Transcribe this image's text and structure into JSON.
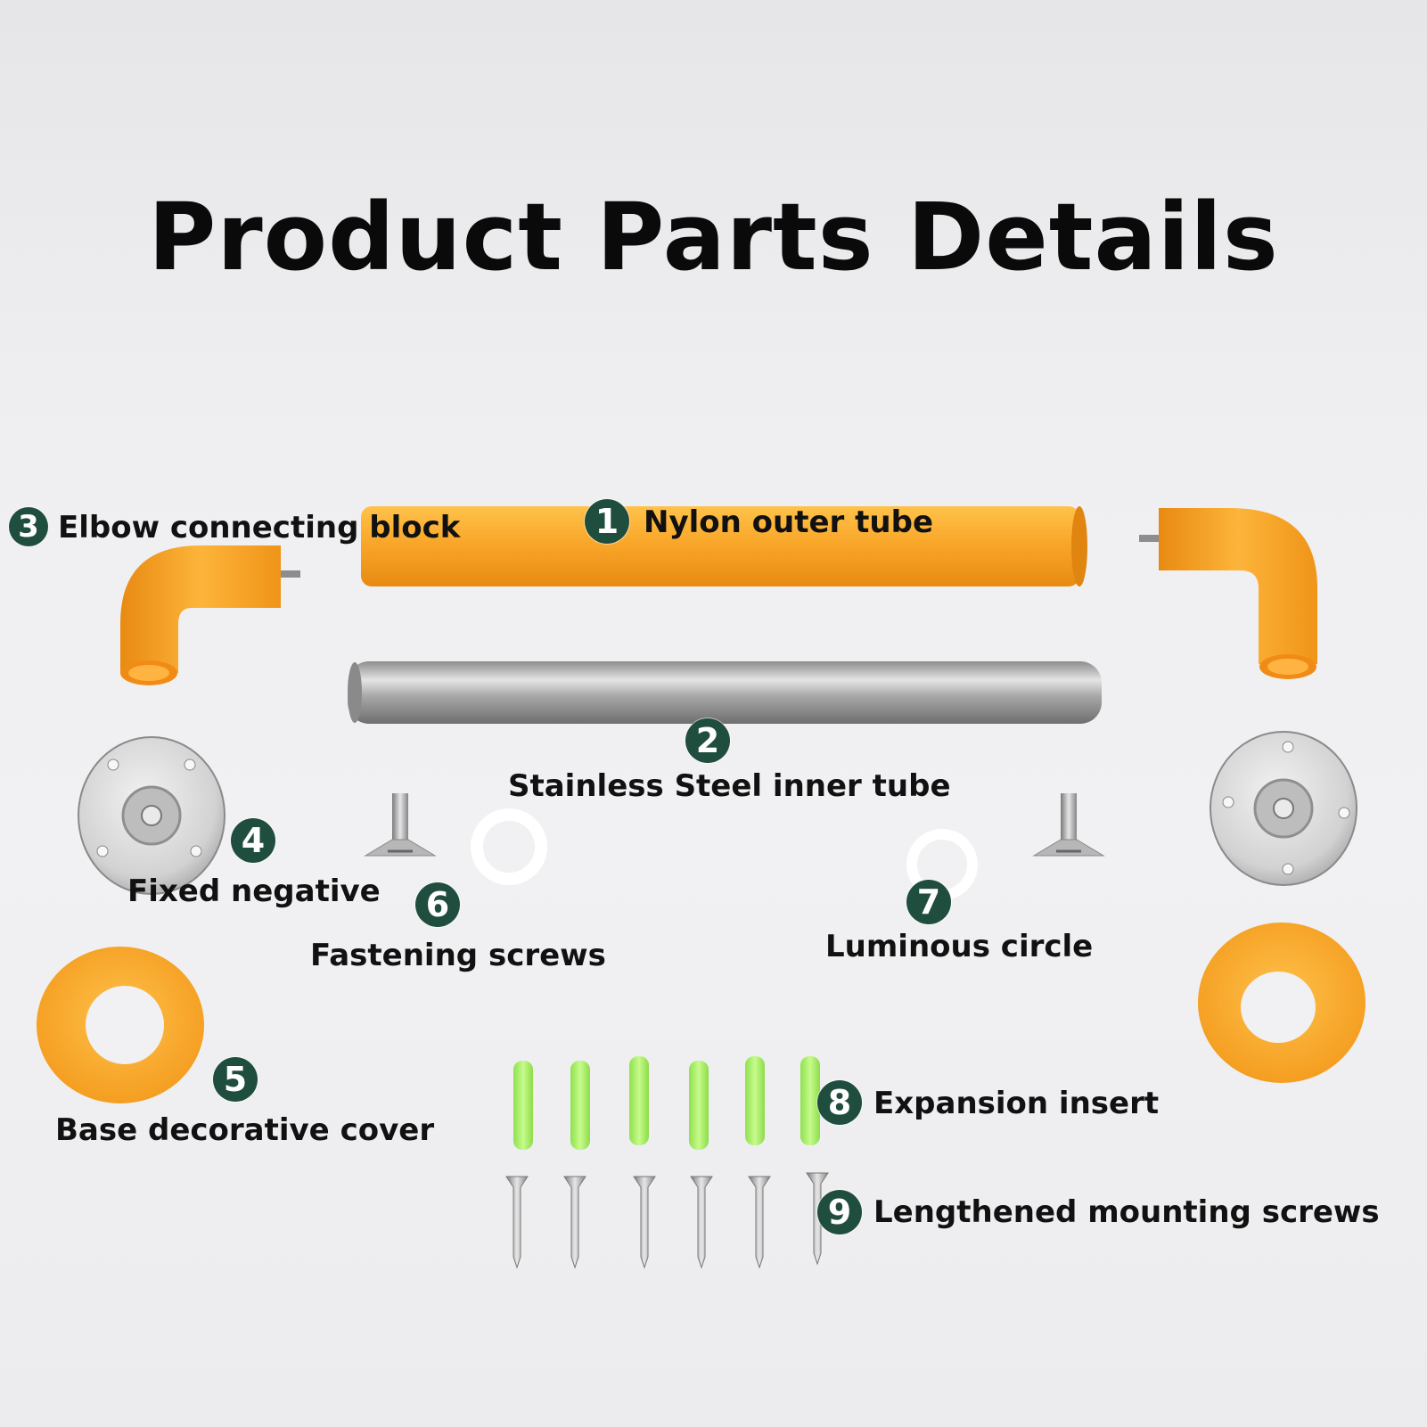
{
  "title": "Product Parts Details",
  "colors": {
    "nylon": "#f7a823",
    "nylon_dark": "#e58a14",
    "steel": "#b3b3b3",
    "insert": "#a8f06a",
    "badge": "#1f4d3e",
    "text": "#111111"
  },
  "parts": [
    {
      "number": "1",
      "label": "Nylon outer tube"
    },
    {
      "number": "2",
      "label": "Stainless Steel inner tube"
    },
    {
      "number": "3",
      "label": "Elbow connecting block"
    },
    {
      "number": "4",
      "label": "Fixed negative"
    },
    {
      "number": "5",
      "label": "Base decorative cover"
    },
    {
      "number": "6",
      "label": "Fastening screws"
    },
    {
      "number": "7",
      "label": "Luminous circle"
    },
    {
      "number": "8",
      "label": "Expansion insert"
    },
    {
      "number": "9",
      "label": "Lengthened mounting screws"
    }
  ]
}
